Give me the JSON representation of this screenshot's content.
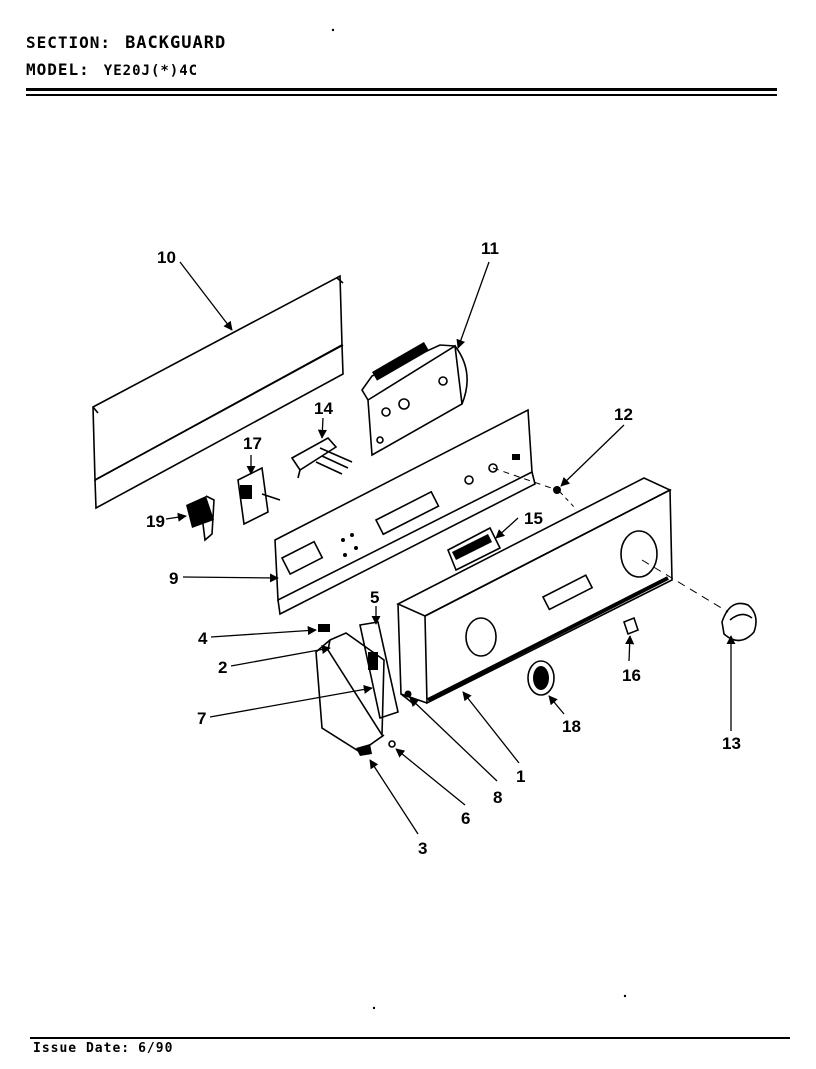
{
  "header": {
    "section_label": "SECTION:",
    "section_value": "BACKGUARD",
    "model_label": "MODEL:",
    "model_value": "YE20J(*)4C"
  },
  "footer": {
    "issue_label": "Issue Date:",
    "issue_value": "6/90"
  },
  "callouts": {
    "p1": "1",
    "p2": "2",
    "p3": "3",
    "p4": "4",
    "p5": "5",
    "p6": "6",
    "p7": "7",
    "p8": "8",
    "p9": "9",
    "p10": "10",
    "p11": "11",
    "p12": "12",
    "p13": "13",
    "p14": "14",
    "p15": "15",
    "p16": "16",
    "p17": "17",
    "p18": "18",
    "p19": "19"
  }
}
